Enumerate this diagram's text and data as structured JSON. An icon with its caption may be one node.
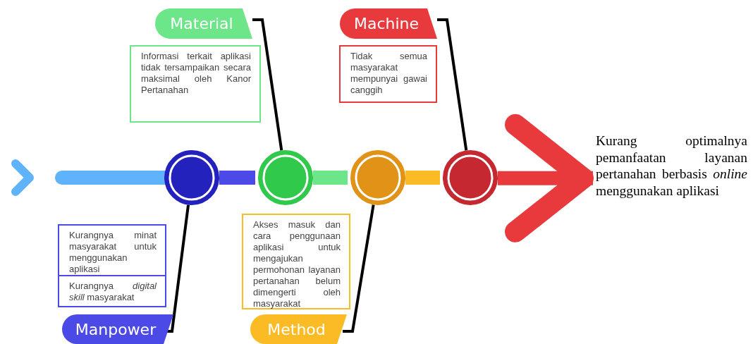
{
  "diagram": {
    "nodes": [
      {
        "text": [
          "Material"
        ]
      },
      {
        "text": [
          "Informasi terkait aplikasi tidak tersampaikan secara maksimal oleh Kanor Pertanahan"
        ]
      },
      {
        "text": [
          "Machine"
        ]
      },
      {
        "text": [
          "Tidak semua masyarakat mempunyai gawai canggih"
        ]
      },
      {
        "text": [],
        "shape": "circle"
      },
      {
        "text": [],
        "shape": "circle"
      },
      {
        "text": [],
        "shape": "circle"
      },
      {
        "text": [],
        "shape": "circle"
      },
      {
        "text": [
          "Kurangnya minat masyarakat untuk menggunakan aplikasi"
        ]
      },
      {
        "text": [
          "Kurangnya *digital skill* masyarakat"
        ]
      },
      {
        "text": [
          "Manpower"
        ]
      },
      {
        "text": [
          "Akses masuk dan cara penggunaan aplikasi untuk mengajukan permohonan layanan pertanahan belum dimengerti oleh masyarakat"
        ]
      },
      {
        "text": [
          "Method"
        ]
      },
      {
        "text": [
          "Kurang optimalnya pemanfaatan layanan pertanahan berbasis *online* menggunakan aplikasi"
        ]
      }
    ],
    "edges": [
      {
        "from": null,
        "to": 4,
        "arrow": "none",
        "color": "#5eb3fb"
      },
      {
        "from": 4,
        "to": 5,
        "arrow": "none",
        "color": "#4b4ae6"
      },
      {
        "from": 5,
        "to": 6,
        "arrow": "none",
        "color": "#6ce688"
      },
      {
        "from": 6,
        "to": 7,
        "arrow": "none",
        "color": "#fbbb24"
      },
      {
        "from": 7,
        "to": 13,
        "arrow": "to",
        "color": "#e83a3d"
      },
      {
        "from": 0,
        "to": 5,
        "arrow": "none"
      },
      {
        "from": 2,
        "to": 7,
        "arrow": "none"
      },
      {
        "from": 10,
        "to": 4,
        "arrow": "none"
      },
      {
        "from": 12,
        "to": 6,
        "arrow": "none"
      }
    ]
  }
}
